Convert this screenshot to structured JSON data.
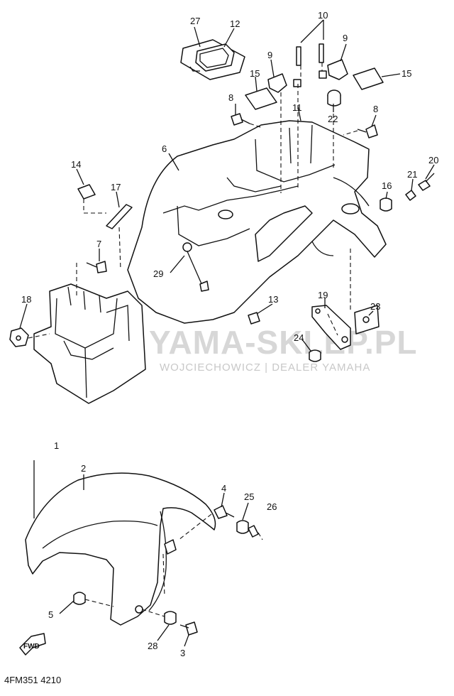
{
  "watermark": {
    "title": "YAMA-SKLEP.PL",
    "subtitle": "WOJCIECHOWICZ | DEALER YAMAHA"
  },
  "fwd_label": "FWD",
  "drawing_code": "4FM351 4210",
  "callouts": [
    {
      "id": "c27",
      "text": "27"
    },
    {
      "id": "c12",
      "text": "12"
    },
    {
      "id": "c10",
      "text": "10"
    },
    {
      "id": "c9a",
      "text": "9"
    },
    {
      "id": "c9b",
      "text": "9"
    },
    {
      "id": "c15a",
      "text": "15"
    },
    {
      "id": "c15b",
      "text": "15"
    },
    {
      "id": "c8a",
      "text": "8"
    },
    {
      "id": "c8b",
      "text": "8"
    },
    {
      "id": "c11",
      "text": "11"
    },
    {
      "id": "c22",
      "text": "22"
    },
    {
      "id": "c6",
      "text": "6"
    },
    {
      "id": "c20",
      "text": "20"
    },
    {
      "id": "c21",
      "text": "21"
    },
    {
      "id": "c16",
      "text": "16"
    },
    {
      "id": "c14",
      "text": "14"
    },
    {
      "id": "c17",
      "text": "17"
    },
    {
      "id": "c7",
      "text": "7"
    },
    {
      "id": "c29",
      "text": "29"
    },
    {
      "id": "c18",
      "text": "18"
    },
    {
      "id": "c13",
      "text": "13"
    },
    {
      "id": "c19",
      "text": "19"
    },
    {
      "id": "c23",
      "text": "23"
    },
    {
      "id": "c24",
      "text": "24"
    },
    {
      "id": "c1",
      "text": "1"
    },
    {
      "id": "c2",
      "text": "2"
    },
    {
      "id": "c4",
      "text": "4"
    },
    {
      "id": "c25",
      "text": "25"
    },
    {
      "id": "c26",
      "text": "26"
    },
    {
      "id": "c5",
      "text": "5"
    },
    {
      "id": "c28",
      "text": "28"
    },
    {
      "id": "c3",
      "text": "3"
    }
  ]
}
